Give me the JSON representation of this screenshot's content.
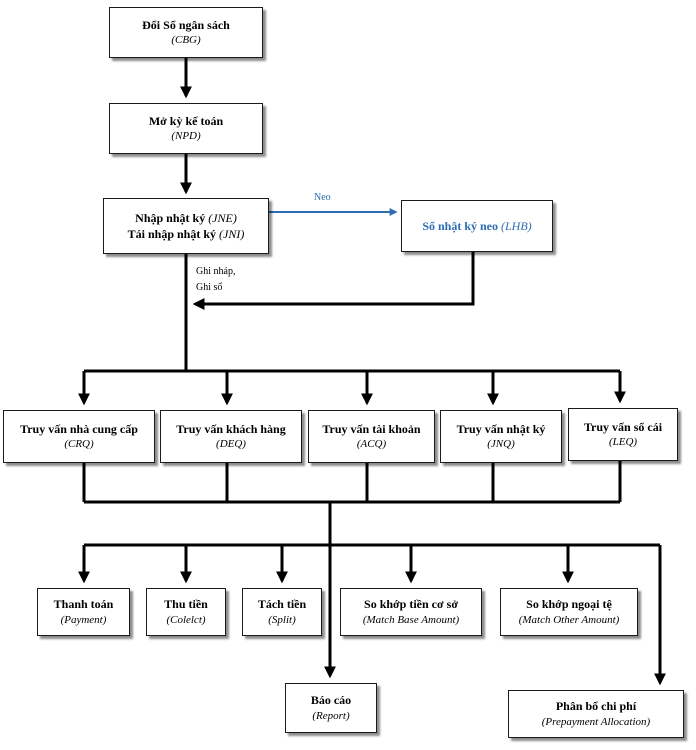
{
  "nodes": {
    "cbg": {
      "title": "Đổi Sổ ngân sách",
      "code": "(CBG)"
    },
    "npd": {
      "title": "Mở kỳ kế toán",
      "code": "(NPD)"
    },
    "jne": {
      "line1": "Nhập nhật ký",
      "code1": "(JNE)",
      "line2": "Tái nhập nhật ký",
      "code2": "(JNI)"
    },
    "lhb": {
      "title": "Sổ nhật ký neo",
      "code": "(LHB)"
    },
    "crq": {
      "title": "Truy vấn nhà cung cấp",
      "code": "(CRQ)"
    },
    "deq": {
      "title": "Truy vấn khách hàng",
      "code": "(DEQ)"
    },
    "acq": {
      "title": "Truy vấn tài khoản",
      "code": "(ACQ)"
    },
    "jnq": {
      "title": "Truy vấn nhật ký",
      "code": "(JNQ)"
    },
    "leq": {
      "title": "Truy vấn sổ cái",
      "code": "(LEQ)"
    },
    "payment": {
      "title": "Thanh toán",
      "code": "(Payment)"
    },
    "collect": {
      "title": "Thu tiền",
      "code": "(Colelct)"
    },
    "split": {
      "title": "Tách tiền",
      "code": "(Split)"
    },
    "mba": {
      "title": "So khớp tiền cơ sở",
      "code": "(Match Base Amount)"
    },
    "moa": {
      "title": "So khớp ngoại tệ",
      "code": "(Match Other Amount)"
    },
    "report": {
      "title": "Báo cáo",
      "code": "(Report)"
    },
    "prepay": {
      "title": "Phân bổ chi phí",
      "code": "(Prepayment Allocation)"
    }
  },
  "labels": {
    "neo": "Neo",
    "draft": "Ghi nháp,",
    "post": "Ghi sổ"
  },
  "colors": {
    "accent": "#2e6db4",
    "line": "#000000"
  }
}
